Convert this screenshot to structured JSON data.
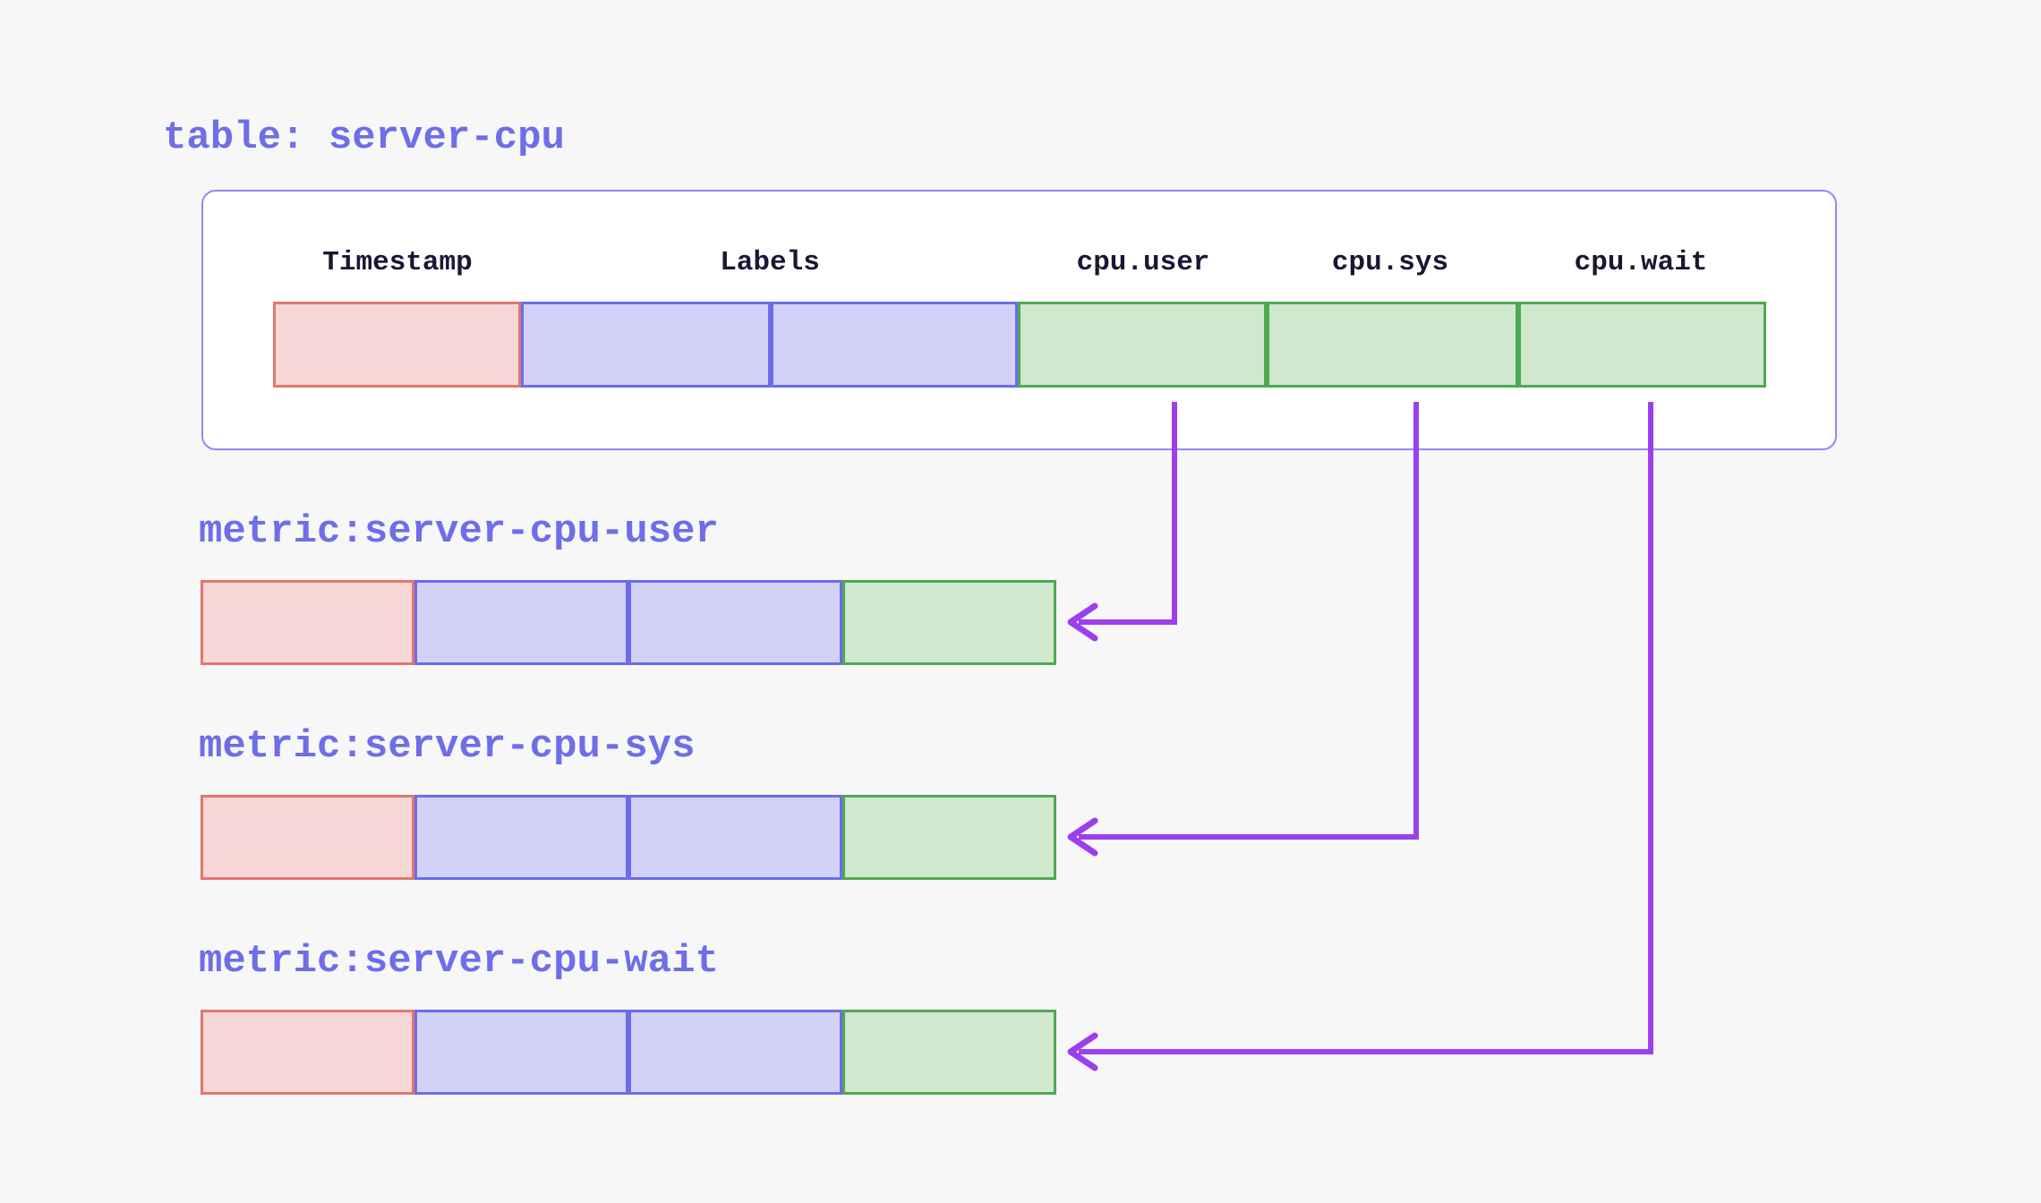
{
  "table": {
    "title": "table: server-cpu",
    "columns": [
      {
        "label": "Timestamp",
        "kind": "timestamp",
        "span": 1
      },
      {
        "label": "Labels",
        "kind": "labels",
        "span": 2
      },
      {
        "label": "cpu.user",
        "kind": "field",
        "span": 1
      },
      {
        "label": "cpu.sys",
        "kind": "field",
        "span": 1
      },
      {
        "label": "cpu.wait",
        "kind": "field",
        "span": 1
      }
    ]
  },
  "metrics": [
    {
      "label": "metric:server-cpu-user",
      "from_column": "cpu.user",
      "cells": [
        "timestamp",
        "labels",
        "labels",
        "field"
      ]
    },
    {
      "label": "metric:server-cpu-sys",
      "from_column": "cpu.sys",
      "cells": [
        "timestamp",
        "labels",
        "labels",
        "field"
      ]
    },
    {
      "label": "metric:server-cpu-wait",
      "from_column": "cpu.wait",
      "cells": [
        "timestamp",
        "labels",
        "labels",
        "field"
      ]
    }
  ],
  "arrows": [
    {
      "from": "cpu.user",
      "to": "metric:server-cpu-user"
    },
    {
      "from": "cpu.sys",
      "to": "metric:server-cpu-sys"
    },
    {
      "from": "cpu.wait",
      "to": "metric:server-cpu-wait"
    }
  ],
  "colors": {
    "background": "#f7f7f8",
    "box_fill": "#ffffff",
    "box_border": "#8c8cee",
    "timestamp_fill": "#f7d7d5",
    "timestamp_border": "#e2776e",
    "labels_fill": "#d2d2f9",
    "labels_border": "#6c6ceb",
    "field_fill": "#cfe8ce",
    "field_border": "#4fa954",
    "arrow": "#9c3fec",
    "accent_text": "#6e6ee8",
    "header_text": "#1e1435"
  }
}
